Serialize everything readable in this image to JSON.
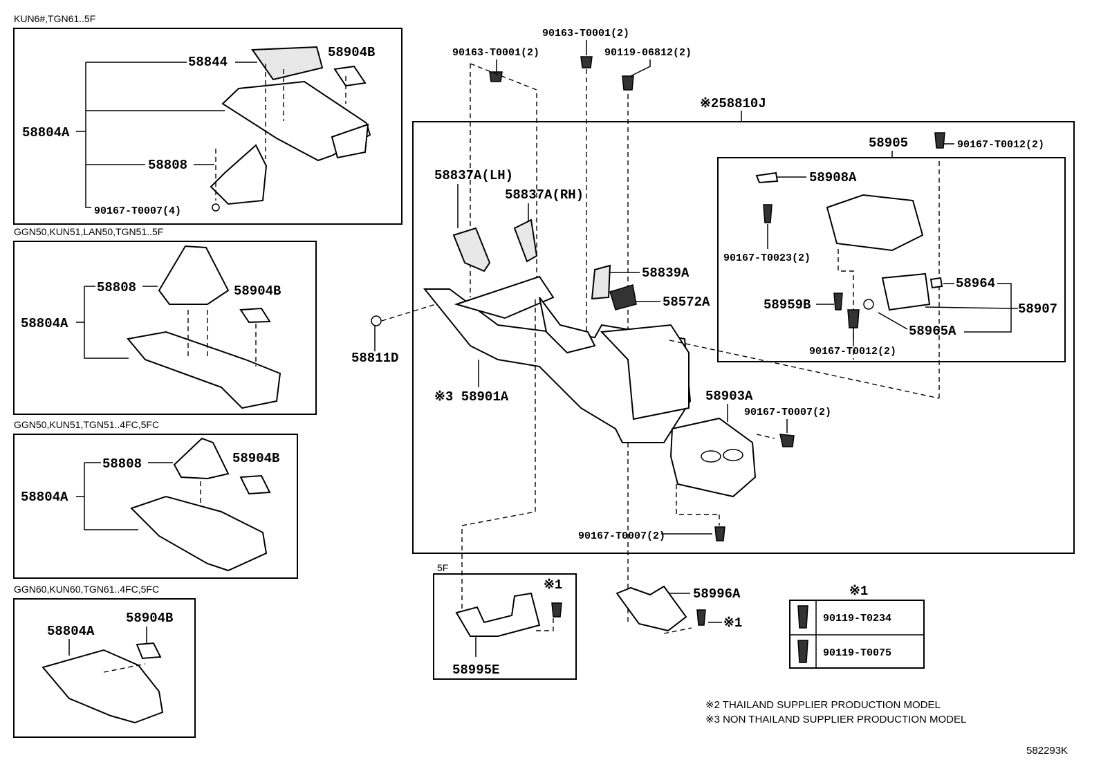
{
  "panels": {
    "p1": {
      "caption": "KUN6#,TGN61..5F",
      "labels": [
        "58844",
        "58904B",
        "58804A",
        "58808",
        "90167-T0007(4)"
      ]
    },
    "p2": {
      "caption": "GGN50,KUN51,LAN50,TGN51..5F",
      "labels": [
        "58808",
        "58904B",
        "58804A"
      ]
    },
    "p3": {
      "caption": "GGN50,KUN51,TGN51..4FC,5FC",
      "labels": [
        "58808",
        "58904B",
        "58804A"
      ]
    },
    "p4": {
      "caption": "GGN60,KUN60,TGN61..4FC,5FC",
      "labels": [
        "58804A",
        "58904B"
      ]
    }
  },
  "main": {
    "assembly_label": "※258810J",
    "labels": {
      "bolt_a": "90163-T0001(2)",
      "bolt_b": "90163-T0001(2)",
      "bolt_c": "90119-06812(2)",
      "lh": "58837A(LH)",
      "rh": "58837A(RH)",
      "p58839a": "58839A",
      "p58572a": "58572A",
      "p58811d": "58811D",
      "p58901a": "※3 58901A",
      "p58903a": "58903A",
      "bolt_d": "90167-T0007(2)",
      "bolt_e": "90167-T0007(2)"
    },
    "sub": {
      "label": "58905",
      "bolt": "90167-T0012(2)",
      "p58908a": "58908A",
      "bolt_f": "90167-T0023(2)",
      "p58959b": "58959B",
      "p58964": "58964",
      "p58907": "58907",
      "p58965a": "58965A",
      "bolt_g": "90167-T0012(2)"
    }
  },
  "bottom": {
    "five_f_caption": "5F",
    "star1": "※1",
    "p58995e": "58995E",
    "p58996a": "58996A",
    "star1b": "※1",
    "legend_title": "※1",
    "legend_items": [
      "90119-T0234",
      "90119-T0075"
    ]
  },
  "notes": [
    "※2 THAILAND SUPPLIER PRODUCTION MODEL",
    "※3 NON THAILAND SUPPLIER PRODUCTION MODEL"
  ],
  "figure_id": "582293K"
}
